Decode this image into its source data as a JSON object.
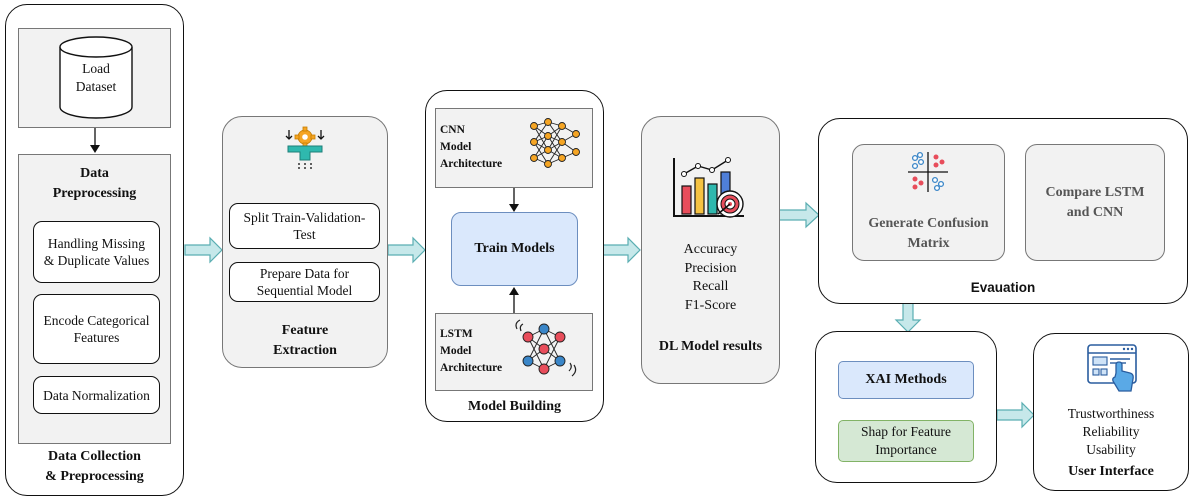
{
  "colors": {
    "arrow_fill": "#c6e8ea",
    "arrow_stroke": "#5aaeb2",
    "train_fill": "#dae8fc",
    "train_stroke": "#6c8ebf",
    "shap_fill": "#d5e8d4",
    "shap_stroke": "#82b366",
    "panel_grey": "#f2f2f2"
  },
  "stage1": {
    "load_dataset": [
      "Load",
      "Dataset"
    ],
    "preprocessing_title": [
      "Data",
      "Preprocessing"
    ],
    "steps": [
      [
        "Handling Missing",
        "& Duplicate Values"
      ],
      [
        "Encode Categorical",
        "Features"
      ],
      [
        "Data Normalization"
      ]
    ],
    "caption": [
      "Data Collection",
      "& Preprocessing"
    ]
  },
  "stage2": {
    "icon": "gear-funnel-icon",
    "steps": [
      [
        "Split Train-Validation-",
        "Test"
      ],
      [
        "Prepare Data for",
        "Sequential Model"
      ]
    ],
    "caption": [
      "Feature",
      "Extraction"
    ]
  },
  "stage3": {
    "cnn_label": [
      "CNN",
      "Model",
      "Architecture"
    ],
    "train_label": "Train Models",
    "lstm_label": [
      "LSTM",
      "Model",
      "Architecture"
    ],
    "caption": "Model Building",
    "cnn_icon": "neural-network-icon",
    "lstm_icon": "neural-network-icon"
  },
  "stage4": {
    "icon": "chart-target-icon",
    "metrics": [
      "Accuracy",
      "Precision",
      "Recall",
      "F1-Score"
    ],
    "caption": "DL Model results"
  },
  "stage5": {
    "confusion_label": [
      "Generate Confusion",
      "Matrix"
    ],
    "compare_label": [
      "Compare LSTM",
      "and CNN"
    ],
    "caption": "Evauation",
    "icon": "scatter-quadrant-icon"
  },
  "stage6": {
    "xai_label": "XAI Methods",
    "shap_label": [
      "Shap for Feature",
      "Importance"
    ]
  },
  "stage7": {
    "icon": "dashboard-touch-icon",
    "qualities": [
      "Trustworthiness",
      "Reliability",
      "Usability"
    ],
    "caption": "User Interface"
  }
}
